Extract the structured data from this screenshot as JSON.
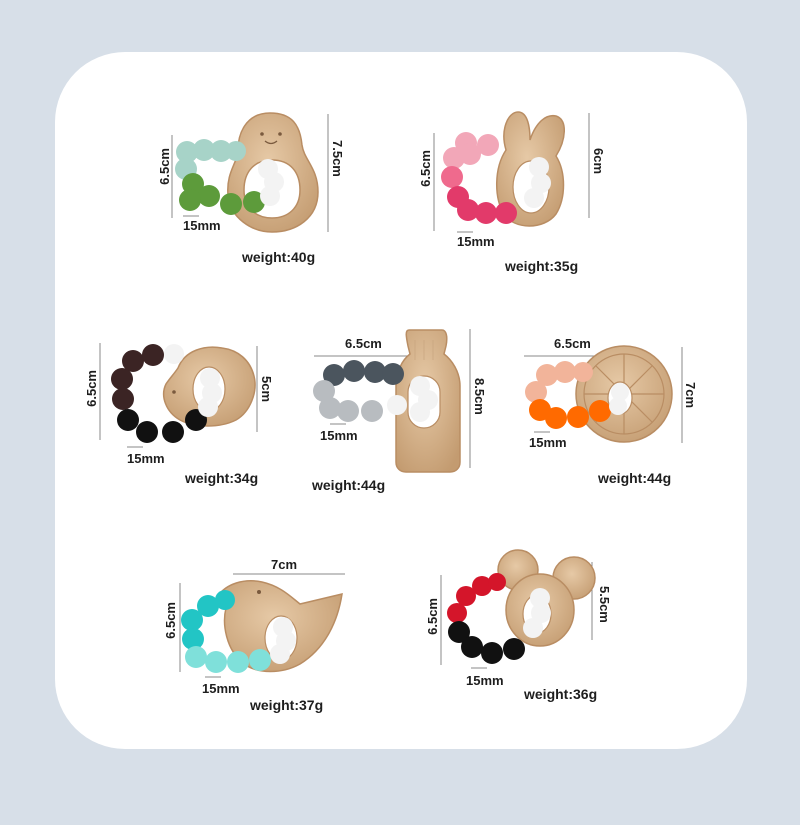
{
  "products": [
    {
      "shape": "avocado",
      "bead_colors": [
        "#a7d3c8",
        "#5d9b3b",
        "#f3f3f3"
      ],
      "height_label": "7.5cm",
      "diameter_label": "6.5cm",
      "bead_label": "15mm",
      "weight_label": "weight:40g"
    },
    {
      "shape": "bunny",
      "bead_colors": [
        "#f2a7b8",
        "#e23a6a",
        "#f3f3f3"
      ],
      "height_label": "6cm",
      "diameter_label": "6.5cm",
      "bead_label": "15mm",
      "weight_label": "weight:35g"
    },
    {
      "shape": "hedgehog",
      "bead_colors": [
        "#3b2424",
        "#111111",
        "#f3f3f3"
      ],
      "height_label": "5cm",
      "diameter_label": "6.5cm",
      "bead_label": "15mm",
      "weight_label": "weight:34g"
    },
    {
      "shape": "bottle",
      "bead_colors": [
        "#4b555e",
        "#b8bcc0",
        "#f3f3f3"
      ],
      "height_label": "8.5cm",
      "diameter_label": "6.5cm",
      "bead_label": "15mm",
      "weight_label": "weight:44g"
    },
    {
      "shape": "orange-slice",
      "bead_colors": [
        "#f2b49a",
        "#ff6a00",
        "#f3f3f3"
      ],
      "height_label": "7cm",
      "diameter_label": "6.5cm",
      "bead_label": "15mm",
      "weight_label": "weight:44g"
    },
    {
      "shape": "bird",
      "bead_colors": [
        "#22c5c5",
        "#7fe0da",
        "#f3f3f3"
      ],
      "height_label": "6.5cm",
      "diameter_label": "7cm",
      "bead_label": "15mm",
      "weight_label": "weight:37g"
    },
    {
      "shape": "mouse",
      "bead_colors": [
        "#d4152a",
        "#111111",
        "#f3f3f3"
      ],
      "height_label": "5.5cm",
      "diameter_label": "6.5cm",
      "bead_label": "15mm",
      "weight_label": "weight:36g"
    }
  ],
  "colors": {
    "background": "#d7dfe8",
    "card": "#ffffff",
    "wood": "#d7b48f",
    "wood_dark": "#b98d63",
    "text": "#1e1e1e",
    "rule": "#8a8a8a"
  }
}
